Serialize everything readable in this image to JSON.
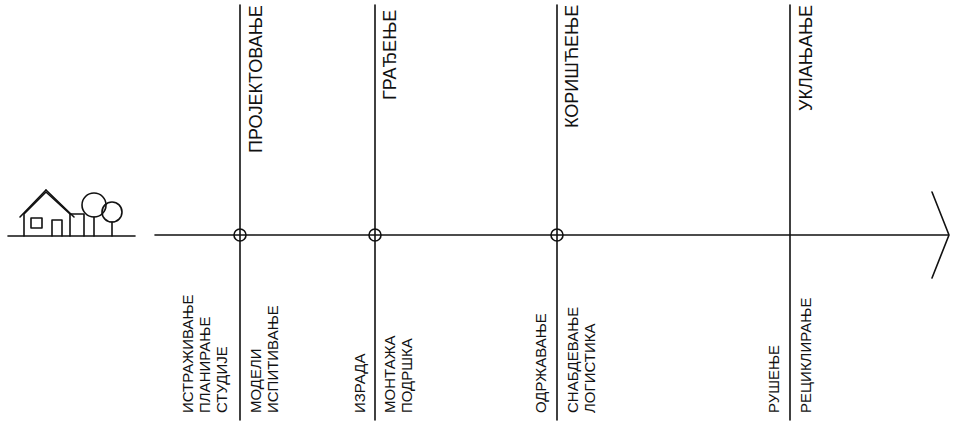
{
  "diagram": {
    "labels": [
      "ИСТРАЖИВАЊЕ",
      "ПЛАНИРАЊЕ",
      "СТУДИЈЕ",
      "ПРОЈЕКТОВАЊЕ",
      "МОДЕЛИ",
      "ИСПИТИВАЊЕ",
      "ИЗРАДА",
      "ГРАЂЕЊЕ",
      "МОНТАЖА",
      "ПОДРШКА",
      "ОДРЖАВАЊЕ",
      "КОРИШЋЕЊЕ",
      "СНАБДЕВАЊЕ",
      "ЛОГИСТИКА",
      "РУШЕЊЕ",
      "УКЛАЊАЊЕ",
      "РЕЦИКЛИРАЊЕ"
    ]
  }
}
